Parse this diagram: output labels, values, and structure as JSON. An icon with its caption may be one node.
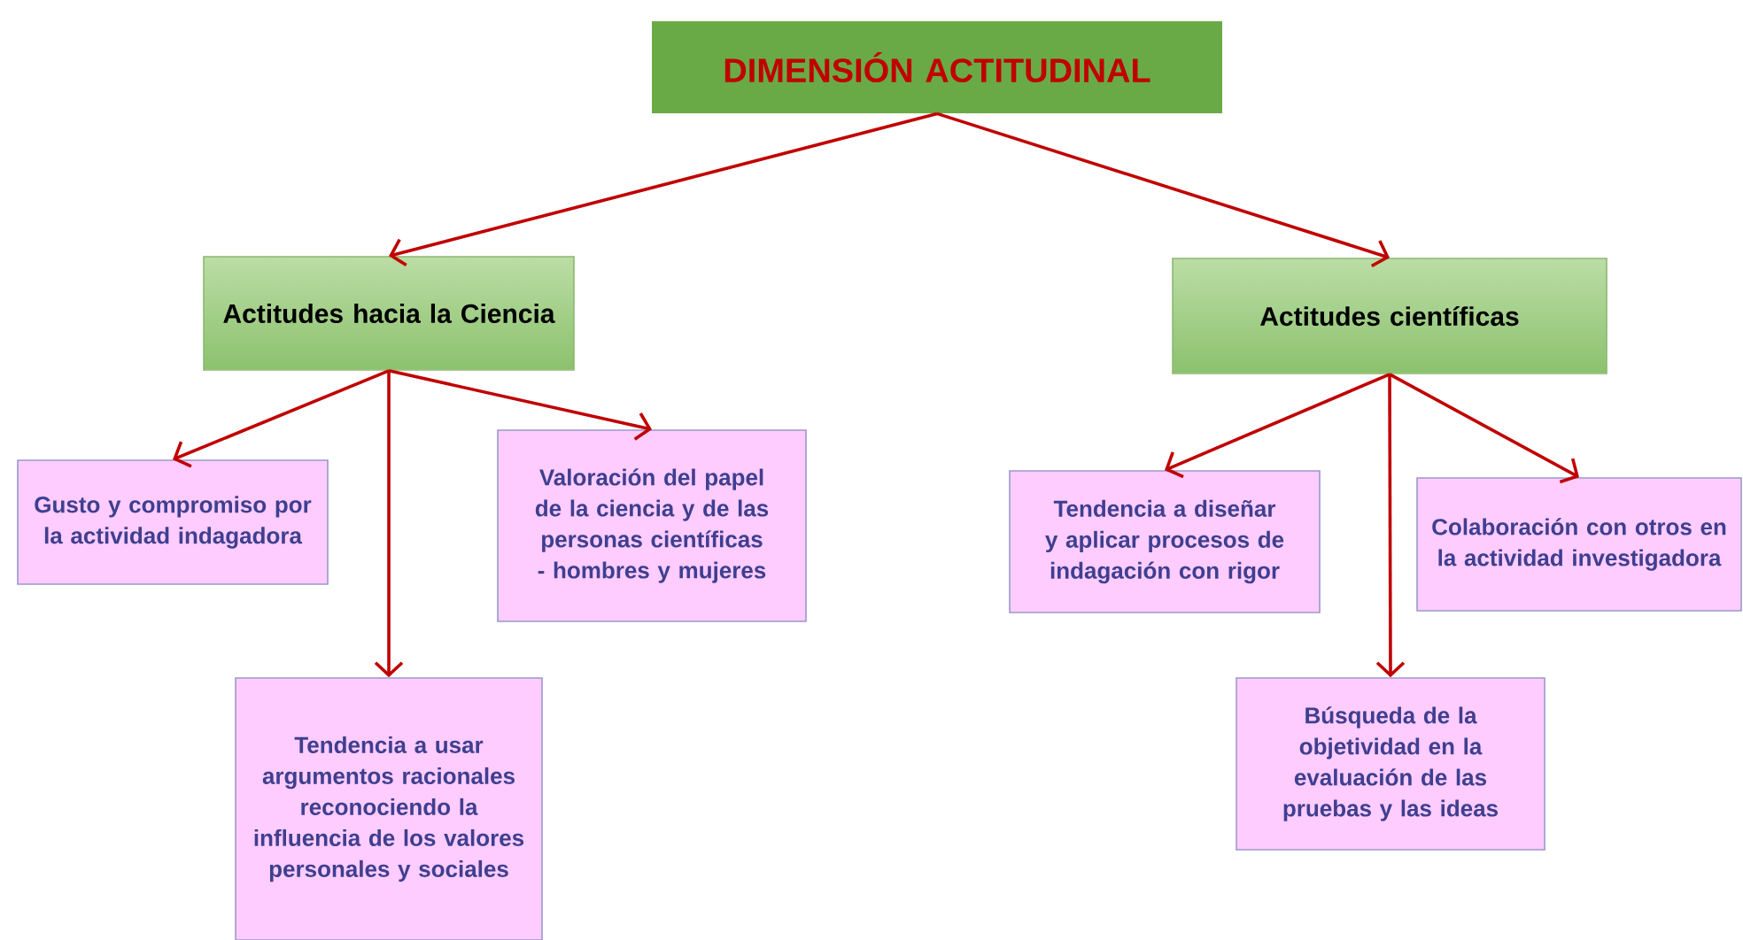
{
  "diagram": {
    "nodes": [
      {
        "text": [
          "DIMENSIÓN ACTITUDINAL"
        ]
      },
      {
        "text": [
          "Actitudes hacia la Ciencia"
        ]
      },
      {
        "text": [
          "Actitudes científicas"
        ]
      },
      {
        "text": [
          "Gusto y compromiso por la actividad indagadora"
        ]
      },
      {
        "text": [
          "Valoración del papel de la ciencia y de las personas científicas - hombres y mujeres"
        ]
      },
      {
        "text": [
          "Tendencia a usar argumentos racionales reconociendo la influencia de los valores personales y sociales"
        ]
      },
      {
        "text": [
          "Tendencia a diseñar y aplicar procesos de indagación con rigor"
        ]
      },
      {
        "text": [
          "Colaboración con otros en la actividad investigadora"
        ]
      },
      {
        "text": [
          "Búsqueda de la objetividad en la evaluación de las pruebas y las ideas"
        ]
      }
    ],
    "edges": [
      {
        "from": 0,
        "to": 1,
        "arrow": "to"
      },
      {
        "from": 0,
        "to": 2,
        "arrow": "to"
      },
      {
        "from": 1,
        "to": 3,
        "arrow": "to"
      },
      {
        "from": 1,
        "to": 5,
        "arrow": "to"
      },
      {
        "from": 1,
        "to": 4,
        "arrow": "to"
      },
      {
        "from": 2,
        "to": 6,
        "arrow": "to"
      },
      {
        "from": 2,
        "to": 8,
        "arrow": "to"
      },
      {
        "from": 2,
        "to": 7,
        "arrow": "to"
      }
    ]
  }
}
